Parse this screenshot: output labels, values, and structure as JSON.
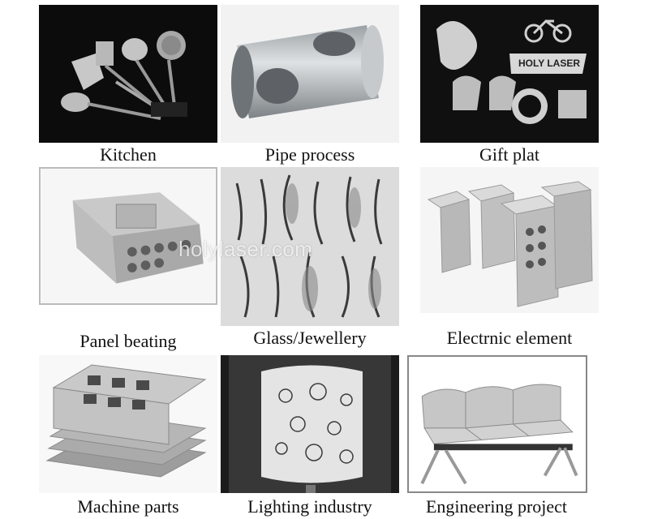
{
  "watermark": "holylaser.com",
  "tiles": [
    {
      "name": "kitchen",
      "caption": "Kitchen"
    },
    {
      "name": "pipe-process",
      "caption": "Pipe process"
    },
    {
      "name": "gift-plat",
      "caption": "Gift plat",
      "sign_text": "HOLY LASER"
    },
    {
      "name": "panel-beating",
      "caption": "Panel beating"
    },
    {
      "name": "glass-jewellery",
      "caption": "Glass/Jewellery"
    },
    {
      "name": "electrnic-element",
      "caption": "Electrnic element"
    },
    {
      "name": "machine-parts",
      "caption": "Machine parts"
    },
    {
      "name": "lighting-industry",
      "caption": "Lighting industry"
    },
    {
      "name": "engineering-project",
      "caption": "Engineering project"
    }
  ]
}
